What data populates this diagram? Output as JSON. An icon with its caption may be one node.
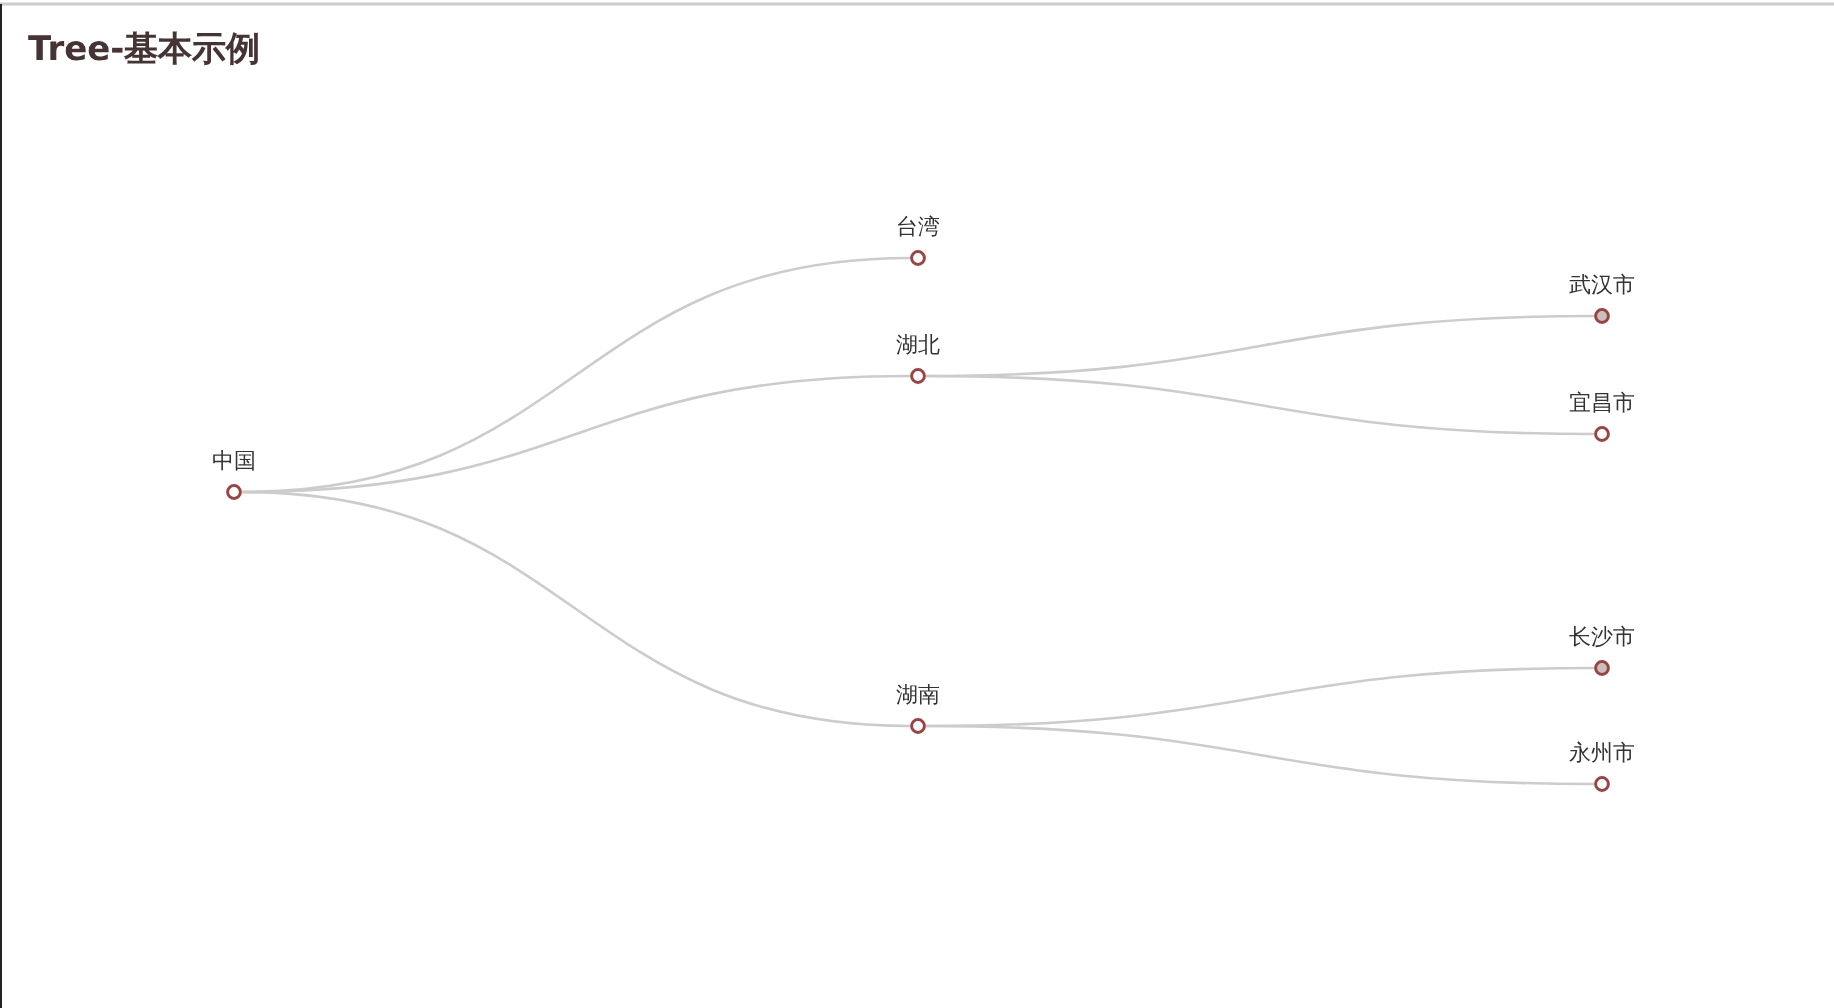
{
  "diagram": {
    "title": "Tree-基本示例",
    "nodes": [
      {
        "text": [],
        "shape": "circle",
        "beside": [
          "中国"
        ]
      },
      {
        "text": [],
        "shape": "circle",
        "beside": [
          "台湾"
        ]
      },
      {
        "text": [],
        "shape": "circle",
        "beside": [
          "湖北"
        ]
      },
      {
        "text": [],
        "shape": "circle",
        "beside": [
          "湖南"
        ]
      },
      {
        "text": [],
        "shape": "circle",
        "beside": [
          "武汉市"
        ]
      },
      {
        "text": [],
        "shape": "circle",
        "beside": [
          "宜昌市"
        ]
      },
      {
        "text": [],
        "shape": "circle",
        "beside": [
          "长沙市"
        ]
      },
      {
        "text": [],
        "shape": "circle",
        "beside": [
          "永州市"
        ]
      }
    ],
    "edges": [
      {
        "from": 0,
        "to": 1,
        "arrow": "none"
      },
      {
        "from": 0,
        "to": 2,
        "arrow": "none"
      },
      {
        "from": 0,
        "to": 3,
        "arrow": "none"
      },
      {
        "from": 2,
        "to": 4,
        "arrow": "none"
      },
      {
        "from": 2,
        "to": 5,
        "arrow": "none"
      },
      {
        "from": 3,
        "to": 6,
        "arrow": "none"
      },
      {
        "from": 3,
        "to": 7,
        "arrow": "none"
      }
    ]
  }
}
